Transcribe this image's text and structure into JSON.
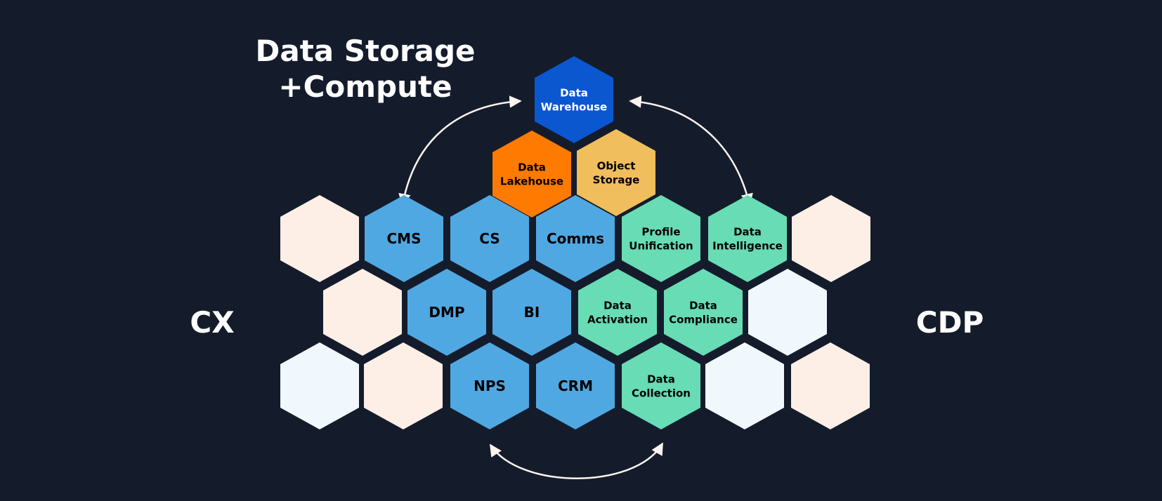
{
  "title": {
    "line1": "Data Storage",
    "line2": "+Compute"
  },
  "side_labels": {
    "left": "CX",
    "right": "CDP"
  },
  "colors": {
    "background": "#141c2c",
    "warehouse": "#0b57d0",
    "lakehouse": "#ff7a00",
    "object_storage": "#f0be5c",
    "cx_blue": "#50a8e2",
    "cdp_green": "#68dcb4",
    "blank_peach": "#fdefe6",
    "blank_ice": "#f0f8fe",
    "arrow": "#fbf3ee"
  },
  "hexagons": [
    {
      "id": "data-warehouse",
      "lines": [
        "Data",
        "Warehouse"
      ],
      "group": "storage",
      "color": "warehouse",
      "text_color": "#ffffff"
    },
    {
      "id": "data-lakehouse",
      "lines": [
        "Data",
        "Lakehouse"
      ],
      "group": "storage",
      "color": "lakehouse",
      "text_color": "#000000"
    },
    {
      "id": "object-storage",
      "lines": [
        "Object",
        "Storage"
      ],
      "group": "storage",
      "color": "object_storage",
      "text_color": "#000000"
    },
    {
      "id": "blank-1",
      "lines": [],
      "group": "blank",
      "color": "blank_peach"
    },
    {
      "id": "cms",
      "lines": [
        "CMS"
      ],
      "group": "cx",
      "color": "cx_blue",
      "text_color": "#000000"
    },
    {
      "id": "cs",
      "lines": [
        "CS"
      ],
      "group": "cx",
      "color": "cx_blue",
      "text_color": "#000000"
    },
    {
      "id": "comms",
      "lines": [
        "Comms"
      ],
      "group": "cx",
      "color": "cx_blue",
      "text_color": "#000000"
    },
    {
      "id": "profile-unification",
      "lines": [
        "Profile",
        "Unification"
      ],
      "group": "cdp",
      "color": "cdp_green",
      "text_color": "#000000"
    },
    {
      "id": "data-intelligence",
      "lines": [
        "Data",
        "Intelligence"
      ],
      "group": "cdp",
      "color": "cdp_green",
      "text_color": "#000000"
    },
    {
      "id": "blank-2",
      "lines": [],
      "group": "blank",
      "color": "blank_peach"
    },
    {
      "id": "blank-3",
      "lines": [],
      "group": "blank",
      "color": "blank_peach"
    },
    {
      "id": "dmp",
      "lines": [
        "DMP"
      ],
      "group": "cx",
      "color": "cx_blue",
      "text_color": "#000000"
    },
    {
      "id": "bi",
      "lines": [
        "BI"
      ],
      "group": "cx",
      "color": "cx_blue",
      "text_color": "#000000"
    },
    {
      "id": "data-activation",
      "lines": [
        "Data",
        "Activation"
      ],
      "group": "cdp",
      "color": "cdp_green",
      "text_color": "#000000"
    },
    {
      "id": "data-compliance",
      "lines": [
        "Data",
        "Compliance"
      ],
      "group": "cdp",
      "color": "cdp_green",
      "text_color": "#000000"
    },
    {
      "id": "blank-4",
      "lines": [],
      "group": "blank",
      "color": "blank_ice"
    },
    {
      "id": "blank-5",
      "lines": [],
      "group": "blank",
      "color": "blank_ice"
    },
    {
      "id": "blank-6",
      "lines": [],
      "group": "blank",
      "color": "blank_peach"
    },
    {
      "id": "nps",
      "lines": [
        "NPS"
      ],
      "group": "cx",
      "color": "cx_blue",
      "text_color": "#000000"
    },
    {
      "id": "crm",
      "lines": [
        "CRM"
      ],
      "group": "cx",
      "color": "cx_blue",
      "text_color": "#000000"
    },
    {
      "id": "data-collection",
      "lines": [
        "Data",
        "Collection"
      ],
      "group": "cdp",
      "color": "cdp_green",
      "text_color": "#000000"
    },
    {
      "id": "blank-7",
      "lines": [],
      "group": "blank",
      "color": "blank_ice"
    },
    {
      "id": "blank-8",
      "lines": [],
      "group": "blank",
      "color": "blank_peach"
    }
  ],
  "connections": [
    {
      "from": "data-warehouse",
      "to": "cms",
      "bidirectional": true
    },
    {
      "from": "data-warehouse",
      "to": "data-intelligence",
      "bidirectional": true
    },
    {
      "from": "nps",
      "to": "data-collection",
      "bidirectional": true
    }
  ]
}
